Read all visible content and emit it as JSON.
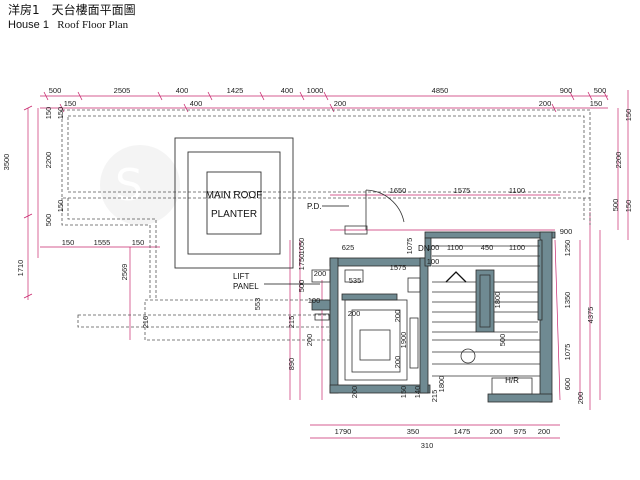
{
  "title": {
    "chinese": "洋房1　天台樓面平面圖",
    "english_house": "House 1",
    "english_plan": "Roof Floor Plan"
  },
  "labels": {
    "planter_line1": "MAIN ROOF",
    "planter_line2": "PLANTER",
    "pd": "P.D.",
    "dn": "DN",
    "lift_line1": "LIFT",
    "lift_line2": "PANEL",
    "hr": "H/R"
  },
  "dims": {
    "top_outer": [
      "500",
      "2505",
      "400",
      "1425",
      "400",
      "1000",
      "4850",
      "900",
      "500"
    ],
    "top_inner": [
      "150",
      "400",
      "200",
      "200",
      "150"
    ],
    "left_outer": [
      "3500",
      "1710"
    ],
    "left_inner": [
      "150",
      "2200",
      "500",
      "150",
      "150"
    ],
    "right_outer": [
      "4375"
    ],
    "right_inner": [
      "150",
      "2200",
      "150",
      "1350",
      "1075",
      "600",
      "200"
    ],
    "right_mid": [
      "500",
      "1250",
      "900"
    ],
    "mid_top": [
      "1650",
      "1575",
      "1100"
    ],
    "left_mid": [
      "150",
      "1555",
      "150",
      "2569"
    ],
    "inner": [
      "625",
      "1050",
      "1750",
      "1075",
      "100",
      "1575",
      "100",
      "1100",
      "450",
      "1100",
      "200",
      "535",
      "500",
      "100",
      "553",
      "215",
      "200",
      "890",
      "200",
      "210",
      "200",
      "200",
      "140",
      "150",
      "200",
      "215",
      "1800",
      "1900",
      "1800",
      "500"
    ],
    "bottom": [
      "1790",
      "350",
      "1475",
      "200",
      "975",
      "200"
    ],
    "bottom2": [
      "310"
    ]
  }
}
